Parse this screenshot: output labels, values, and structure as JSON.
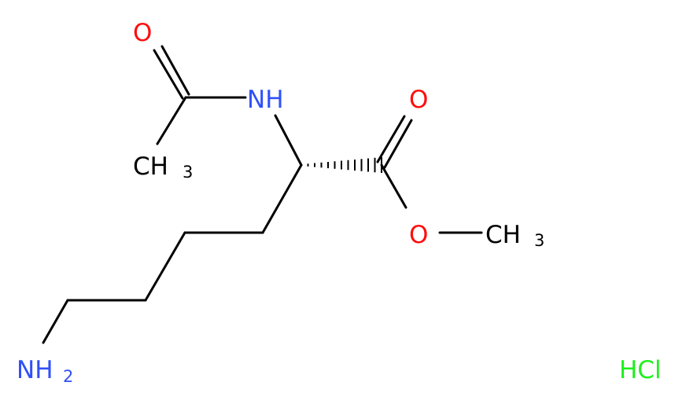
{
  "colors": {
    "bond": "#000000",
    "oxygen": "#ff0d0d",
    "nitrogen": "#3050f8",
    "carbon": "#000000",
    "chlorine": "#1ff01f"
  },
  "atoms": {
    "carbonyl_oxygen_acetyl": "O",
    "amide_nitrogen": "NH",
    "acetyl_methyl": "CH",
    "acetyl_methyl_sub": "3",
    "ester_carbonyl_oxygen": "O",
    "ester_oxygen": "O",
    "ester_methyl": "CH",
    "ester_methyl_sub": "3",
    "amine": "NH",
    "amine_sub": "2"
  },
  "counterion": "HCl"
}
